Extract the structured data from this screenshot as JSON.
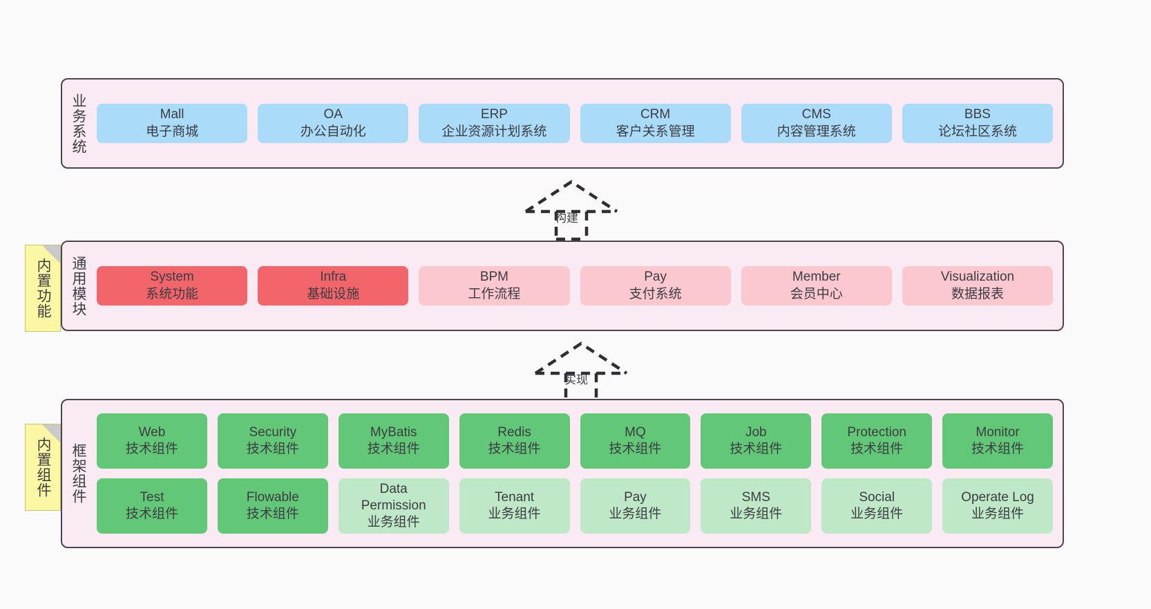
{
  "diagram": {
    "background_color": "#fafafa",
    "frame_fill": "#faeaf4",
    "frame_border": "#4a4453",
    "note_fill": "#fbf7a5"
  },
  "notes": [
    {
      "id": "note-builtin-function",
      "label": "内置功能"
    },
    {
      "id": "note-builtin-component",
      "label": "内置组件"
    }
  ],
  "connectors": [
    {
      "id": "connector-build",
      "label": "构建",
      "style": "dashed-generalization"
    },
    {
      "id": "connector-implement",
      "label": "实现",
      "style": "dashed-generalization"
    }
  ],
  "layers": [
    {
      "id": "layer-business-system",
      "title": "业务系统",
      "color": "#aadcfa",
      "rows": [
        {
          "cards": [
            {
              "en": "Mall",
              "cn": "电子商城",
              "color": "blue"
            },
            {
              "en": "OA",
              "cn": "办公自动化",
              "color": "blue"
            },
            {
              "en": "ERP",
              "cn": "企业资源计划系统",
              "color": "blue"
            },
            {
              "en": "CRM",
              "cn": "客户关系管理",
              "color": "blue"
            },
            {
              "en": "CMS",
              "cn": "内容管理系统",
              "color": "blue"
            },
            {
              "en": "BBS",
              "cn": "论坛社区系统",
              "color": "blue"
            }
          ]
        }
      ]
    },
    {
      "id": "layer-common-module",
      "title": "通用模块",
      "color": "#fbc8d0",
      "rows": [
        {
          "cards": [
            {
              "en": "System",
              "cn": "系统功能",
              "color": "red"
            },
            {
              "en": "Infra",
              "cn": "基础设施",
              "color": "red"
            },
            {
              "en": "BPM",
              "cn": "工作流程",
              "color": "pink"
            },
            {
              "en": "Pay",
              "cn": "支付系统",
              "color": "pink"
            },
            {
              "en": "Member",
              "cn": "会员中心",
              "color": "pink"
            },
            {
              "en": "Visualization",
              "cn": "数据报表",
              "color": "pink"
            }
          ]
        }
      ]
    },
    {
      "id": "layer-framework-component",
      "title": "框架组件",
      "color": "#62c878",
      "rows": [
        {
          "cards": [
            {
              "en": "Web",
              "cn": "技术组件",
              "color": "green"
            },
            {
              "en": "Security",
              "cn": "技术组件",
              "color": "green"
            },
            {
              "en": "MyBatis",
              "cn": "技术组件",
              "color": "green"
            },
            {
              "en": "Redis",
              "cn": "技术组件",
              "color": "green"
            },
            {
              "en": "MQ",
              "cn": "技术组件",
              "color": "green"
            },
            {
              "en": "Job",
              "cn": "技术组件",
              "color": "green"
            },
            {
              "en": "Protection",
              "cn": "技术组件",
              "color": "green"
            },
            {
              "en": "Monitor",
              "cn": "技术组件",
              "color": "green"
            }
          ]
        },
        {
          "cards": [
            {
              "en": "Test",
              "cn": "技术组件",
              "color": "green"
            },
            {
              "en": "Flowable",
              "cn": "技术组件",
              "color": "green"
            },
            {
              "en": "Data Permission",
              "cn": "业务组件",
              "color": "lightgreen"
            },
            {
              "en": "Tenant",
              "cn": "业务组件",
              "color": "lightgreen"
            },
            {
              "en": "Pay",
              "cn": "业务组件",
              "color": "lightgreen"
            },
            {
              "en": "SMS",
              "cn": "业务组件",
              "color": "lightgreen"
            },
            {
              "en": "Social",
              "cn": "业务组件",
              "color": "lightgreen"
            },
            {
              "en": "Operate Log",
              "cn": "业务组件",
              "color": "lightgreen"
            }
          ]
        }
      ]
    }
  ]
}
